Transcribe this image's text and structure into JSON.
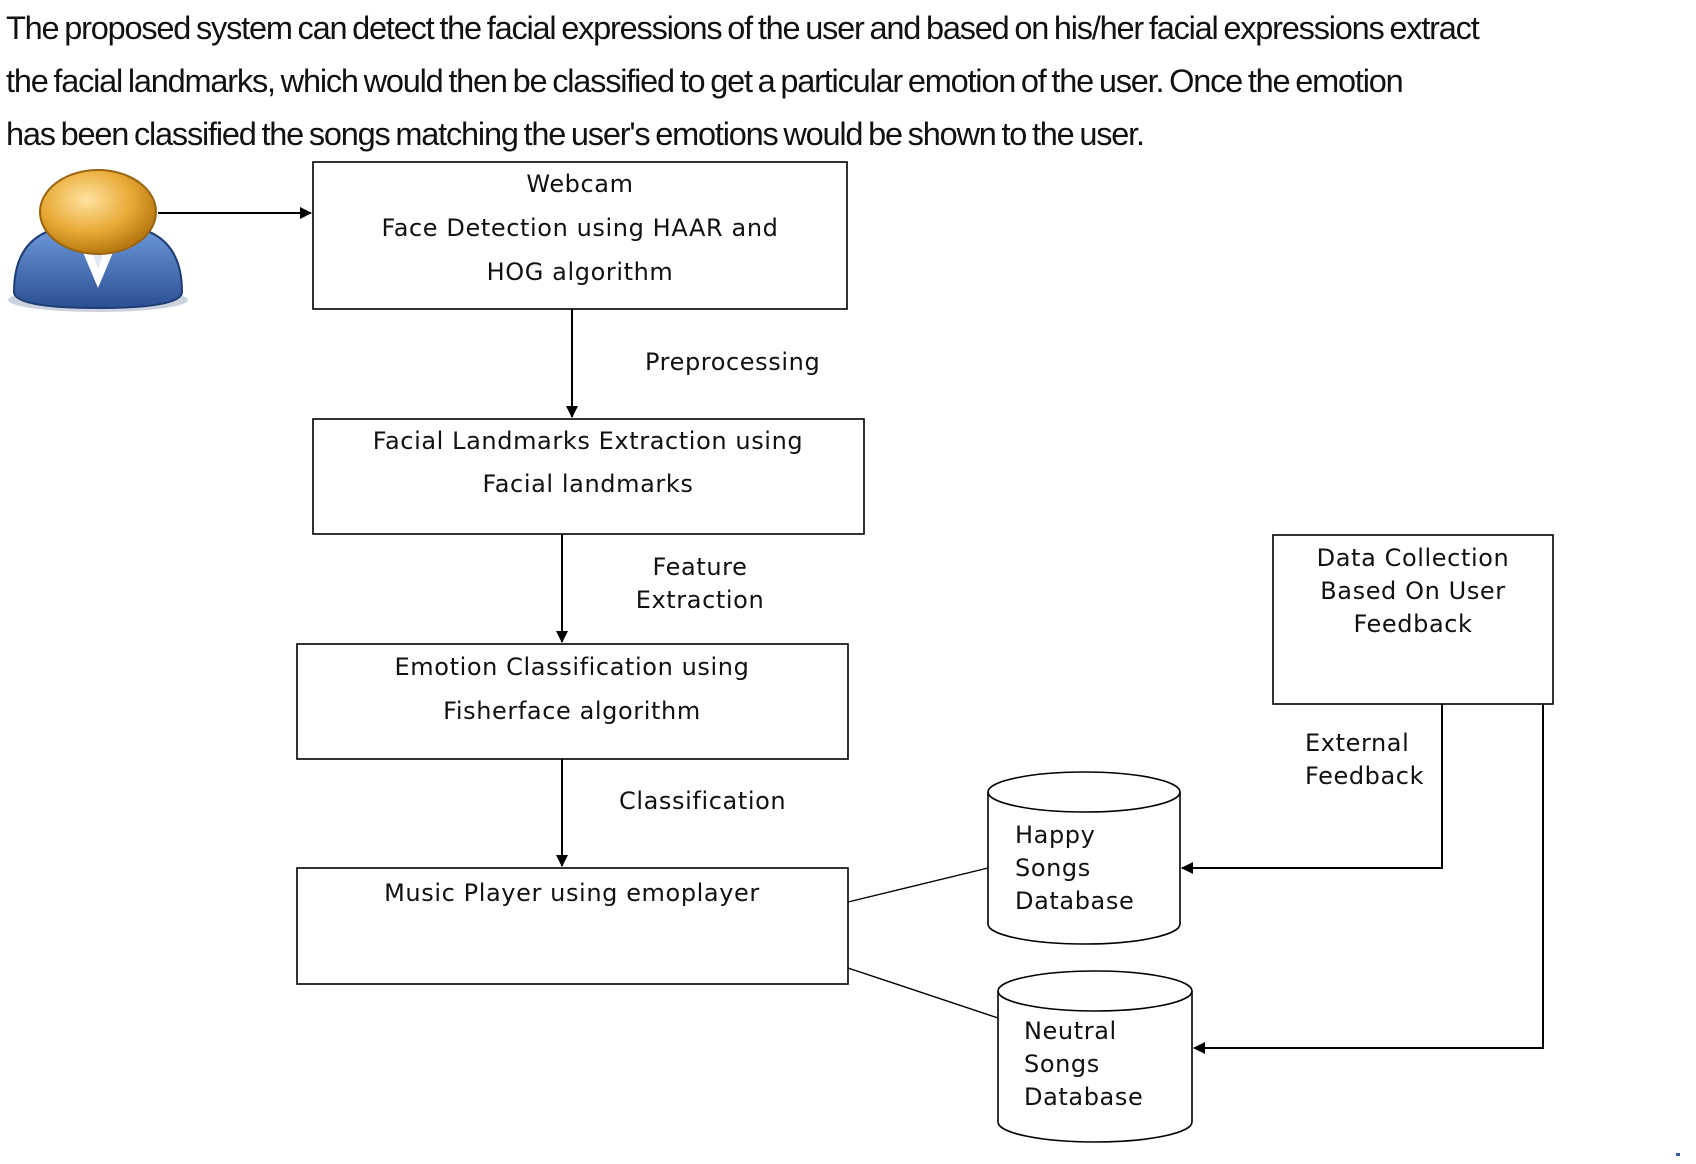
{
  "intro": {
    "line1": "The proposed system can detect the facial expressions of the user and based on his/her facial expressions extract",
    "line2": "the facial landmarks, which would then be classified to get a particular emotion of the user. Once the emotion",
    "line3": "has been classified the songs matching the user's emotions would be shown to the user."
  },
  "icons": {
    "user": "user-icon"
  },
  "colors": {
    "user_head": "#E8A935",
    "user_body": "#3B6DB8",
    "line": "#000000"
  },
  "nodes": {
    "webcam": [
      "Webcam",
      "Face Detection using  HAAR  and",
      "HOG algorithm"
    ],
    "landmarks": [
      "Facial Landmarks Extraction using",
      "Facial landmarks"
    ],
    "emotion": [
      "Emotion Classification using",
      "Fisherface algorithm"
    ],
    "music": [
      "Music Player using emoplayer"
    ],
    "data_collection": [
      "Data Collection",
      "Based On User",
      "Feedback"
    ],
    "happy_db": [
      "Happy",
      "Songs",
      "Database"
    ],
    "neutral_db": [
      "Neutral",
      "Songs",
      "Database"
    ]
  },
  "edges": {
    "preprocessing": [
      "Preprocessing"
    ],
    "feature_extraction": [
      "Feature",
      "Extraction"
    ],
    "classification": [
      "Classification"
    ],
    "external_feedback": [
      "External",
      "Feedback"
    ]
  }
}
